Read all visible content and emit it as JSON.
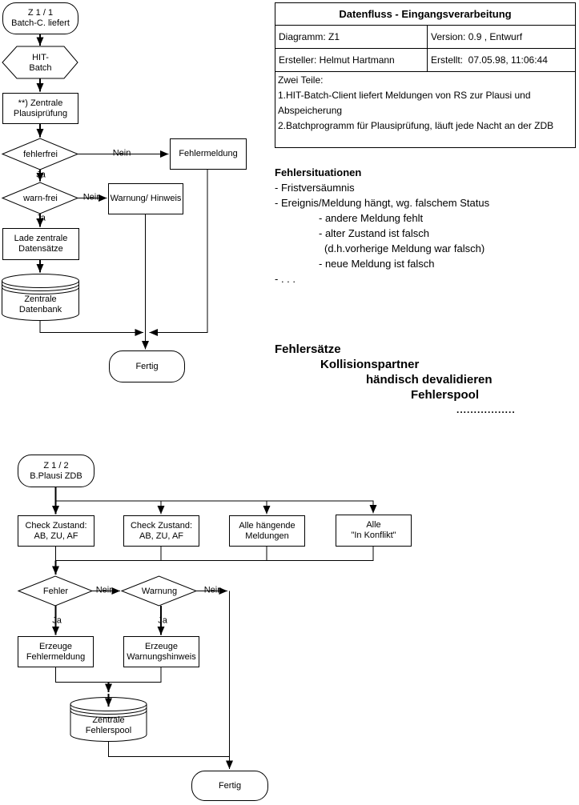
{
  "doc": {
    "title": "Datenfluss - Eingangsverarbeitung",
    "fields": {
      "diagramm": "Diagramm: Z1",
      "version": "Version: 0.9 , Entwurf",
      "ersteller": "Ersteller: Helmut Hartmann",
      "erstellt": "Erstellt:  07.05.98, 11:06:44"
    },
    "notes": "Zwei Teile:\n1.HIT-Batch-Client liefert Meldungen von RS zur Plausi und Abspeicherung\n2.Batchprogramm für Plausiprüfung, läuft jede Nacht an der ZDB"
  },
  "fehlersituationen": {
    "title": "Fehlersituationen",
    "lines": [
      "- Fristversäumnis",
      "- Ereignis/Meldung hängt, wg. falschem Status",
      "- andere Meldung fehlt",
      "- alter Zustand ist falsch",
      "(d.h.vorherige Meldung war falsch)",
      "- neue Meldung ist falsch",
      "- . . ."
    ]
  },
  "fehlersaetze": {
    "title": "Fehlersätze",
    "lines": [
      "Kollisionspartner",
      "händisch devalidieren",
      "Fehlerspool",
      "................."
    ]
  },
  "chart1": {
    "nodes": {
      "start": "Z 1 / 1\nBatch-C. liefert",
      "hit_batch": "HIT-\nBatch",
      "plausi": "**) Zentrale\nPlausiprüfung",
      "fehlerfrei": "fehlerfrei",
      "fehlermeldung": "Fehlermeldung",
      "warn_frei": "warn-frei",
      "warnung_hinweis": "Warnung/ Hinweis",
      "lade": "Lade zentrale\nDatensätze",
      "datenbank": "Zentrale\nDatenbank",
      "fertig": "Fertig"
    },
    "labels": {
      "nein1": "Nein",
      "ja1": "Ja",
      "nein2": "Nein",
      "ja2": "Ja"
    }
  },
  "chart2": {
    "nodes": {
      "start": "Z 1 / 2\nB.Plausi ZDB",
      "check1": "Check Zustand:\nAB, ZU, AF",
      "check2": "Check Zustand:\nAB, ZU, AF",
      "haengende": "Alle hängende\nMeldungen",
      "konflikt": "Alle\n\"In Konflikt\"",
      "fehler": "Fehler",
      "warnung": "Warnung",
      "erzeuge_fehler": "Erzeuge\nFehlermeldung",
      "erzeuge_warnung": "Erzeuge\nWarnungshinweis",
      "fehlerspool": "Zentrale\nFehlerspool",
      "fertig": "Fertig"
    },
    "labels": {
      "nein1": "Nein",
      "ja1": "Ja",
      "nein2": "Nein",
      "ja2": "Ja"
    }
  },
  "colors": {
    "line": "#000000",
    "background": "#ffffff"
  }
}
